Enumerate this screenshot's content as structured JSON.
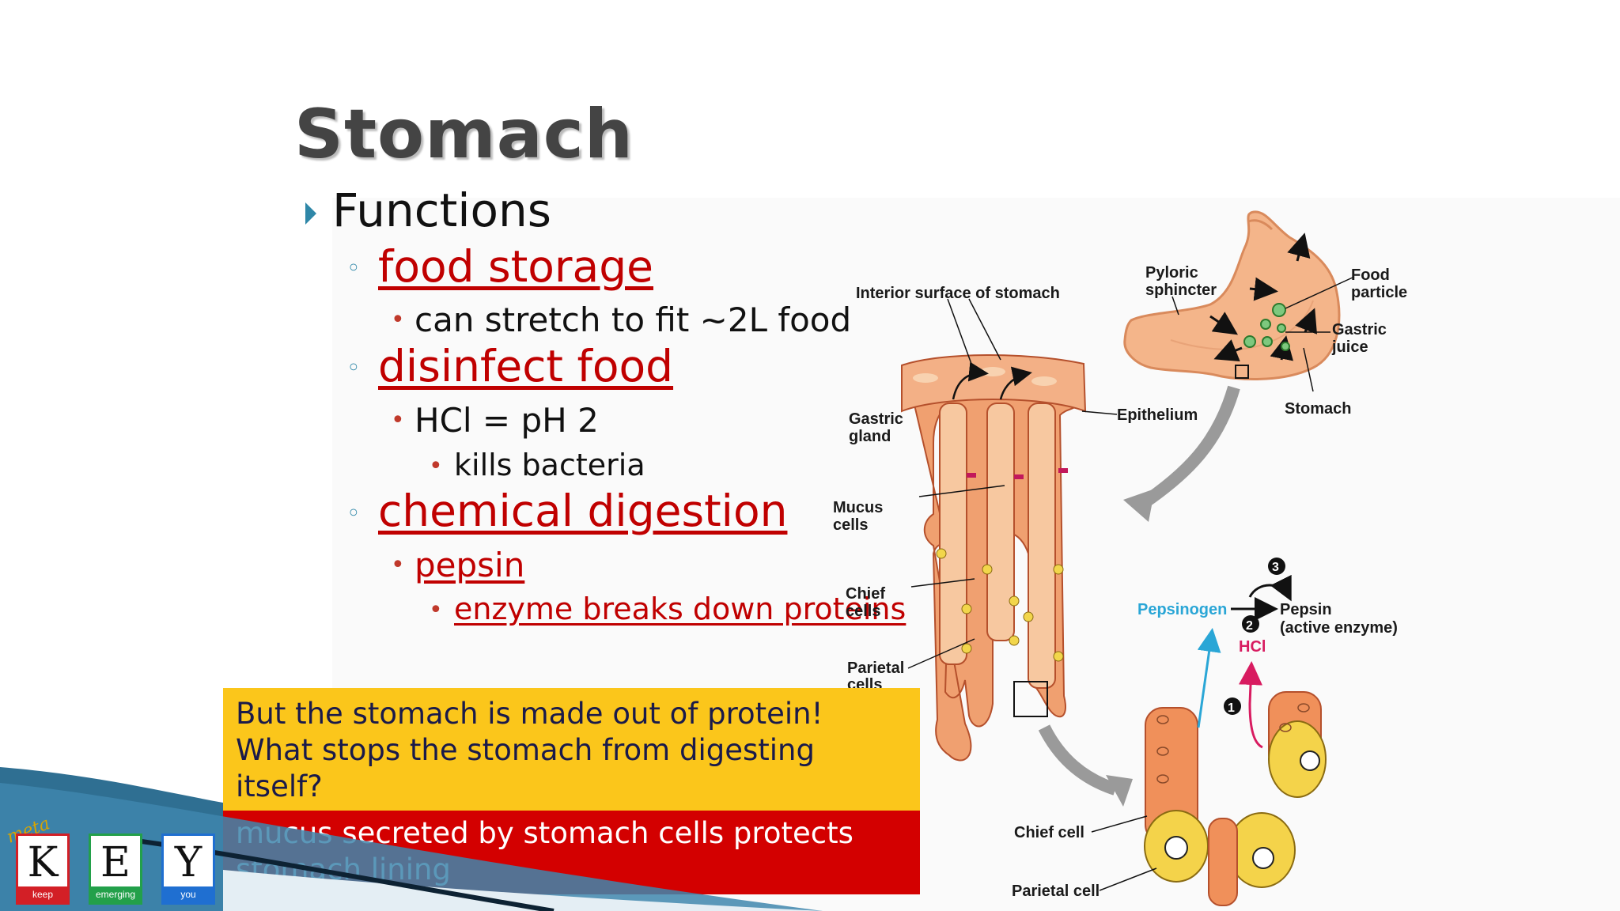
{
  "slide": {
    "title": "Stomach",
    "heading": "Functions",
    "items": [
      {
        "label": "food storage",
        "sub": [
          {
            "text": "can stretch to fit ~2L food"
          }
        ]
      },
      {
        "label": "disinfect food",
        "sub": [
          {
            "text": "HCl = pH 2",
            "sub": "kills bacteria"
          }
        ]
      },
      {
        "label": "chemical digestion",
        "sub": [
          {
            "text": "pepsin",
            "sub": "enzyme breaks down proteins"
          }
        ]
      }
    ]
  },
  "callout": {
    "question": "But the stomach is made out of protein! What stops the stomach from digesting itself?",
    "answer": "mucus secreted by stomach cells protects stomach lining"
  },
  "diagram": {
    "labels": {
      "interior_surface": "Interior surface of stomach",
      "pyloric_1": "Pyloric",
      "pyloric_2": "sphincter",
      "food_1": "Food",
      "food_2": "particle",
      "gastric_juice_1": "Gastric",
      "gastric_juice_2": "juice",
      "stomach": "Stomach",
      "epithelium": "Epithelium",
      "gastric_gland_1": "Gastric",
      "gastric_gland_2": "gland",
      "mucus_1": "Mucus",
      "mucus_2": "cells",
      "chief_1": "Chief",
      "chief_2": "cells",
      "parietal_1": "Parietal",
      "parietal_2": "cells",
      "pepsinogen": "Pepsinogen",
      "pepsin": "Pepsin",
      "active_enzyme": "(active enzyme)",
      "hcl": "HCl",
      "step1": "1",
      "step2": "2",
      "step3": "3",
      "chief_cell": "Chief cell",
      "parietal_cell": "Parietal cell"
    }
  },
  "logo": {
    "script": "meta",
    "tiles": [
      {
        "letter": "K",
        "sub": "keep",
        "color": "#d31f26"
      },
      {
        "letter": "E",
        "sub": "emerging",
        "color": "#23a04a"
      },
      {
        "letter": "Y",
        "sub": "you",
        "color": "#1f6fd1"
      }
    ]
  },
  "colors": {
    "accent_blue": "#2f87a8",
    "red": "#c00000",
    "callout_yellow": "#fbc61b",
    "callout_red": "#d30000",
    "tissue": "#f2a070"
  }
}
